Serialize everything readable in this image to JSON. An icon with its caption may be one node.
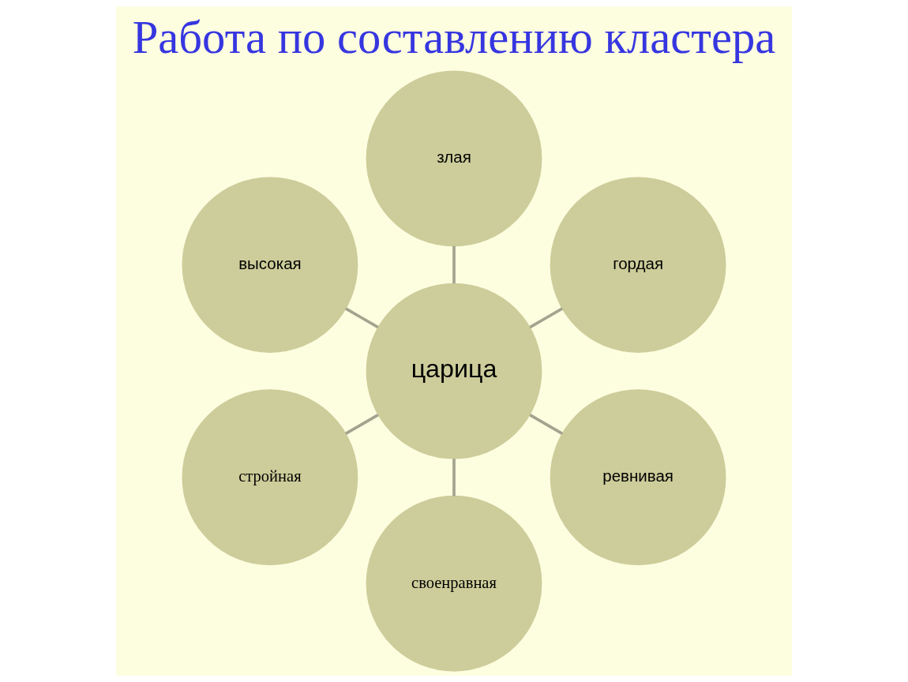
{
  "diagram": {
    "title": "Работа по составлению кластера",
    "nodes": [
      {
        "text": [
          "злая"
        ]
      },
      {
        "text": [
          "высокая"
        ]
      },
      {
        "text": [
          "гордая"
        ]
      },
      {
        "text": [
          "царица"
        ]
      },
      {
        "text": [
          "ревнивая"
        ]
      },
      {
        "text": [
          "стройная"
        ]
      },
      {
        "text": [
          "своенравная"
        ]
      }
    ],
    "edges": [
      {
        "from": 3,
        "to": 2,
        "arrow": "none"
      },
      {
        "from": 3,
        "to": 0,
        "arrow": "none"
      },
      {
        "from": 3,
        "to": 1,
        "arrow": "none"
      },
      {
        "from": 3,
        "to": 5,
        "arrow": "none"
      },
      {
        "from": 3,
        "to": 6,
        "arrow": "none"
      },
      {
        "from": 3,
        "to": 4,
        "arrow": "none"
      }
    ]
  }
}
